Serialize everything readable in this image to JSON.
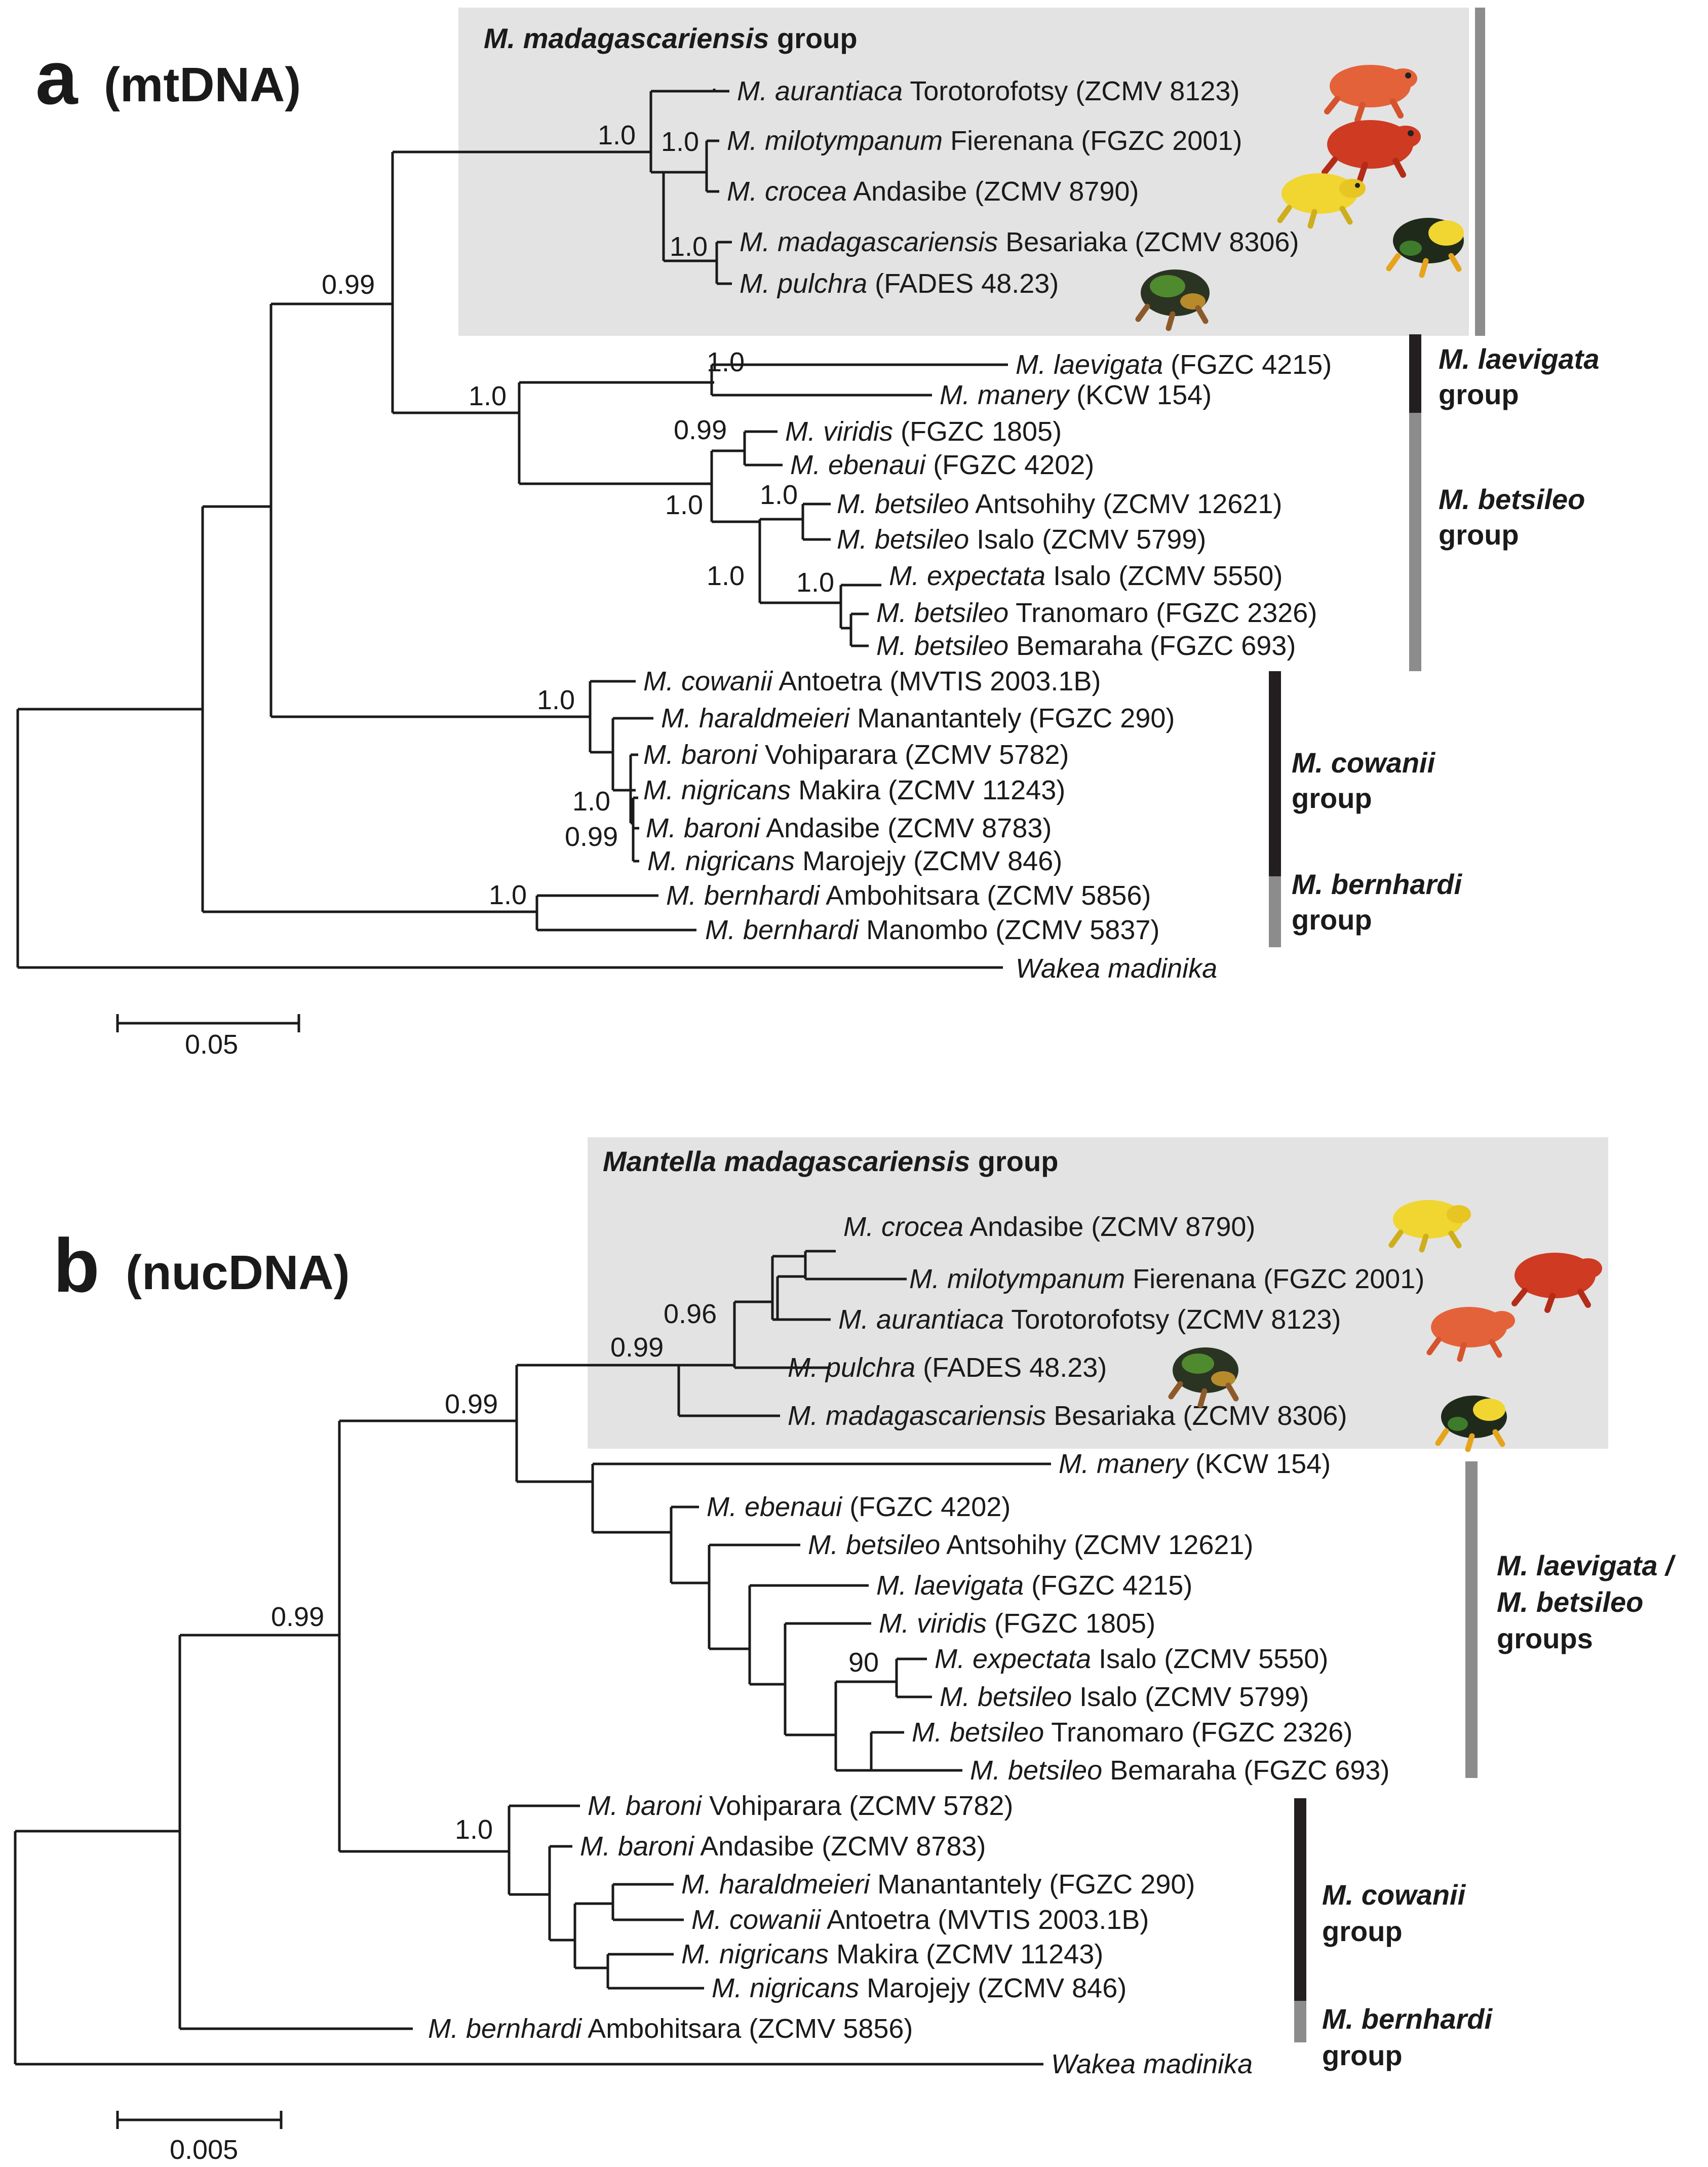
{
  "panels": {
    "a": {
      "letter": "a",
      "subtitle": "(mtDNA)",
      "box_title": {
        "italic": "M. madagascariensis",
        "rest": " group"
      },
      "scale_label": "0.05",
      "tips": [
        {
          "italic": "M. aurantiaca",
          "rest": " Torotorofotsy (ZCMV 8123)"
        },
        {
          "italic": "M. milotympanum",
          "rest": " Fierenana (FGZC 2001)"
        },
        {
          "italic": "M. crocea",
          "rest": " Andasibe (ZCMV 8790)"
        },
        {
          "italic": "M. madagascariensis",
          "rest": " Besariaka (ZCMV 8306)"
        },
        {
          "italic": "M. pulchra",
          "rest": " (FADES 48.23)"
        },
        {
          "italic": "M. laevigata",
          "rest": " (FGZC 4215)"
        },
        {
          "italic": "M. manery",
          "rest": " (KCW 154)"
        },
        {
          "italic": "M. viridis",
          "rest": " (FGZC 1805)"
        },
        {
          "italic": "M. ebenaui",
          "rest": " (FGZC 4202)"
        },
        {
          "italic": "M. betsileo",
          "rest": " Antsohihy (ZCMV 12621)"
        },
        {
          "italic": "M. betsileo",
          "rest": " Isalo (ZCMV 5799)"
        },
        {
          "italic": "M. expectata",
          "rest": " Isalo (ZCMV 5550)"
        },
        {
          "italic": "M. betsileo",
          "rest": " Tranomaro (FGZC 2326)"
        },
        {
          "italic": "M. betsileo",
          "rest": " Bemaraha (FGZC 693)"
        },
        {
          "italic": "M. cowanii",
          "rest": " Antoetra (MVTIS 2003.1B)"
        },
        {
          "italic": "M. haraldmeieri",
          "rest": " Manantantely (FGZC 290)"
        },
        {
          "italic": "M. baroni",
          "rest": " Vohiparara (ZCMV 5782)"
        },
        {
          "italic": "M. nigricans",
          "rest": " Makira (ZCMV 11243)"
        },
        {
          "italic": "M. baroni",
          "rest": " Andasibe (ZCMV 8783)"
        },
        {
          "italic": "M. nigricans",
          "rest": " Marojejy (ZCMV 846)"
        },
        {
          "italic": "M. bernhardi",
          "rest": " Ambohitsara (ZCMV 5856)"
        },
        {
          "italic": "M. bernhardi",
          "rest": " Manombo (ZCMV 5837)"
        },
        {
          "italic": "Wakea madinika",
          "rest": ""
        }
      ],
      "support": [
        "1.0",
        "1.0",
        "1.0",
        "0.99",
        "1.0",
        "1.0",
        "0.99",
        "1.0",
        "1.0",
        "1.0",
        "1.0",
        "1.0",
        "1.0",
        "0.99",
        "1.0"
      ],
      "groups": [
        {
          "line1": "M. laevigata",
          "line2": "group",
          "color": "#231f20"
        },
        {
          "line1": "M. betsileo",
          "line2": "group",
          "color": "#8c8c8c"
        },
        {
          "line1": "M. cowanii",
          "line2": "group",
          "color": "#231f20"
        },
        {
          "line1": "M. bernhardi",
          "line2": "group",
          "color": "#8c8c8c"
        }
      ]
    },
    "b": {
      "letter": "b",
      "subtitle": "(nucDNA)",
      "box_title": {
        "italic": "Mantella madagascariensis",
        "rest": " group"
      },
      "scale_label": "0.005",
      "tips": [
        {
          "italic": "M. crocea",
          "rest": " Andasibe (ZCMV 8790)"
        },
        {
          "italic": "M. milotympanum",
          "rest": " Fierenana (FGZC 2001)"
        },
        {
          "italic": "M. aurantiaca",
          "rest": " Torotorofotsy (ZCMV 8123)"
        },
        {
          "italic": "M. pulchra",
          "rest": " (FADES 48.23)"
        },
        {
          "italic": "M. madagascariensis",
          "rest": " Besariaka (ZCMV 8306)"
        },
        {
          "italic": "M. manery",
          "rest": " (KCW 154)"
        },
        {
          "italic": "M. ebenaui",
          "rest": " (FGZC 4202)"
        },
        {
          "italic": "M. betsileo",
          "rest": " Antsohihy (ZCMV 12621)"
        },
        {
          "italic": "M. laevigata",
          "rest": " (FGZC 4215)"
        },
        {
          "italic": "M. viridis",
          "rest": " (FGZC 1805)"
        },
        {
          "italic": "M. expectata",
          "rest": " Isalo (ZCMV 5550)"
        },
        {
          "italic": "M. betsileo",
          "rest": " Isalo (ZCMV 5799)"
        },
        {
          "italic": "M. betsileo",
          "rest": " Tranomaro (FGZC 2326)"
        },
        {
          "italic": "M. betsileo",
          "rest": " Bemaraha (FGZC 693)"
        },
        {
          "italic": "M. baroni",
          "rest": " Vohiparara (ZCMV 5782)"
        },
        {
          "italic": "M. baroni",
          "rest": " Andasibe (ZCMV 8783)"
        },
        {
          "italic": "M. haraldmeieri",
          "rest": " Manantantely (FGZC 290)"
        },
        {
          "italic": "M. cowanii",
          "rest": " Antoetra (MVTIS 2003.1B)"
        },
        {
          "italic": "M. nigricans",
          "rest": " Makira (ZCMV 11243)"
        },
        {
          "italic": "M. nigricans",
          "rest": " Marojejy (ZCMV 846)"
        },
        {
          "italic": "M. bernhardi",
          "rest": " Ambohitsara (ZCMV 5856)"
        },
        {
          "italic": "Wakea madinika",
          "rest": ""
        }
      ],
      "support": [
        "0.96",
        "0.99",
        "0.99",
        "0.99",
        "90",
        "1.0"
      ],
      "groups": [
        {
          "line1": "M. laevigata /",
          "line2": "M. betsileo",
          "line3": "groups",
          "color": "#8c8c8c"
        },
        {
          "line1": "M. cowanii",
          "line2": "group",
          "color": "#231f20"
        },
        {
          "line1": "M. bernhardi",
          "line2": "group",
          "color": "#8c8c8c"
        }
      ]
    }
  },
  "colors": {
    "box_fill": "#e3e3e3",
    "branch": "#1a1a1a",
    "bar_dark": "#231f20",
    "bar_grey": "#8c8c8c",
    "frog_orange": "#e4623a",
    "frog_red": "#cf3a22",
    "frog_yellow": "#f1d531",
    "frog_black": "#1f2a1a",
    "frog_green": "#3e7c2c"
  }
}
